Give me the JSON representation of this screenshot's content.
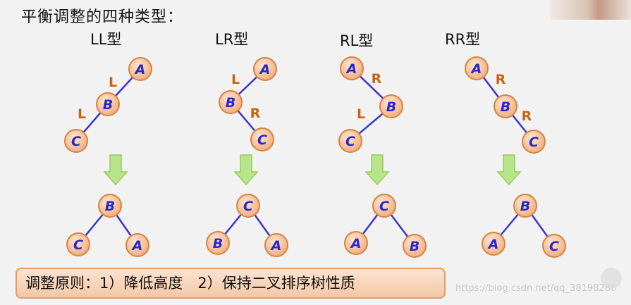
{
  "title": "平衡调整的四种类型：",
  "cases": [
    {
      "label": "LL型",
      "before": {
        "nodes": [
          "A",
          "B",
          "C"
        ],
        "edges": [
          {
            "from": 0,
            "to": 1,
            "label": "L"
          },
          {
            "from": 1,
            "to": 2,
            "label": "L"
          }
        ]
      },
      "after": {
        "root": "B",
        "left": "C",
        "right": "A"
      }
    },
    {
      "label": "LR型",
      "before": {
        "nodes": [
          "A",
          "B",
          "C"
        ],
        "edges": [
          {
            "from": 0,
            "to": 1,
            "label": "L"
          },
          {
            "from": 1,
            "to": 2,
            "label": "R"
          }
        ]
      },
      "after": {
        "root": "C",
        "left": "B",
        "right": "A"
      }
    },
    {
      "label": "RL型",
      "before": {
        "nodes": [
          "A",
          "B",
          "C"
        ],
        "edges": [
          {
            "from": 0,
            "to": 1,
            "label": "R"
          },
          {
            "from": 1,
            "to": 2,
            "label": "L"
          }
        ]
      },
      "after": {
        "root": "C",
        "left": "A",
        "right": "B"
      }
    },
    {
      "label": "RR型",
      "before": {
        "nodes": [
          "A",
          "B",
          "C"
        ],
        "edges": [
          {
            "from": 0,
            "to": 1,
            "label": "R"
          },
          {
            "from": 1,
            "to": 2,
            "label": "R"
          }
        ]
      },
      "after": {
        "root": "B",
        "left": "A",
        "right": "C"
      }
    }
  ],
  "principle": "调整原则：1）降低高度　2）保持二叉排序树性质",
  "watermark": "https://blog.csdn.net/qq_38198286",
  "colors": {
    "node_fill": "#f7c7a0",
    "node_stroke": "#d7833f",
    "node_text": "#2b27c9",
    "edge": "#3b35c9",
    "edge_label": "#c86318",
    "arrow": "#b9e58a",
    "principle_bg": "#f6d0b4",
    "principle_border": "#e79b62"
  }
}
